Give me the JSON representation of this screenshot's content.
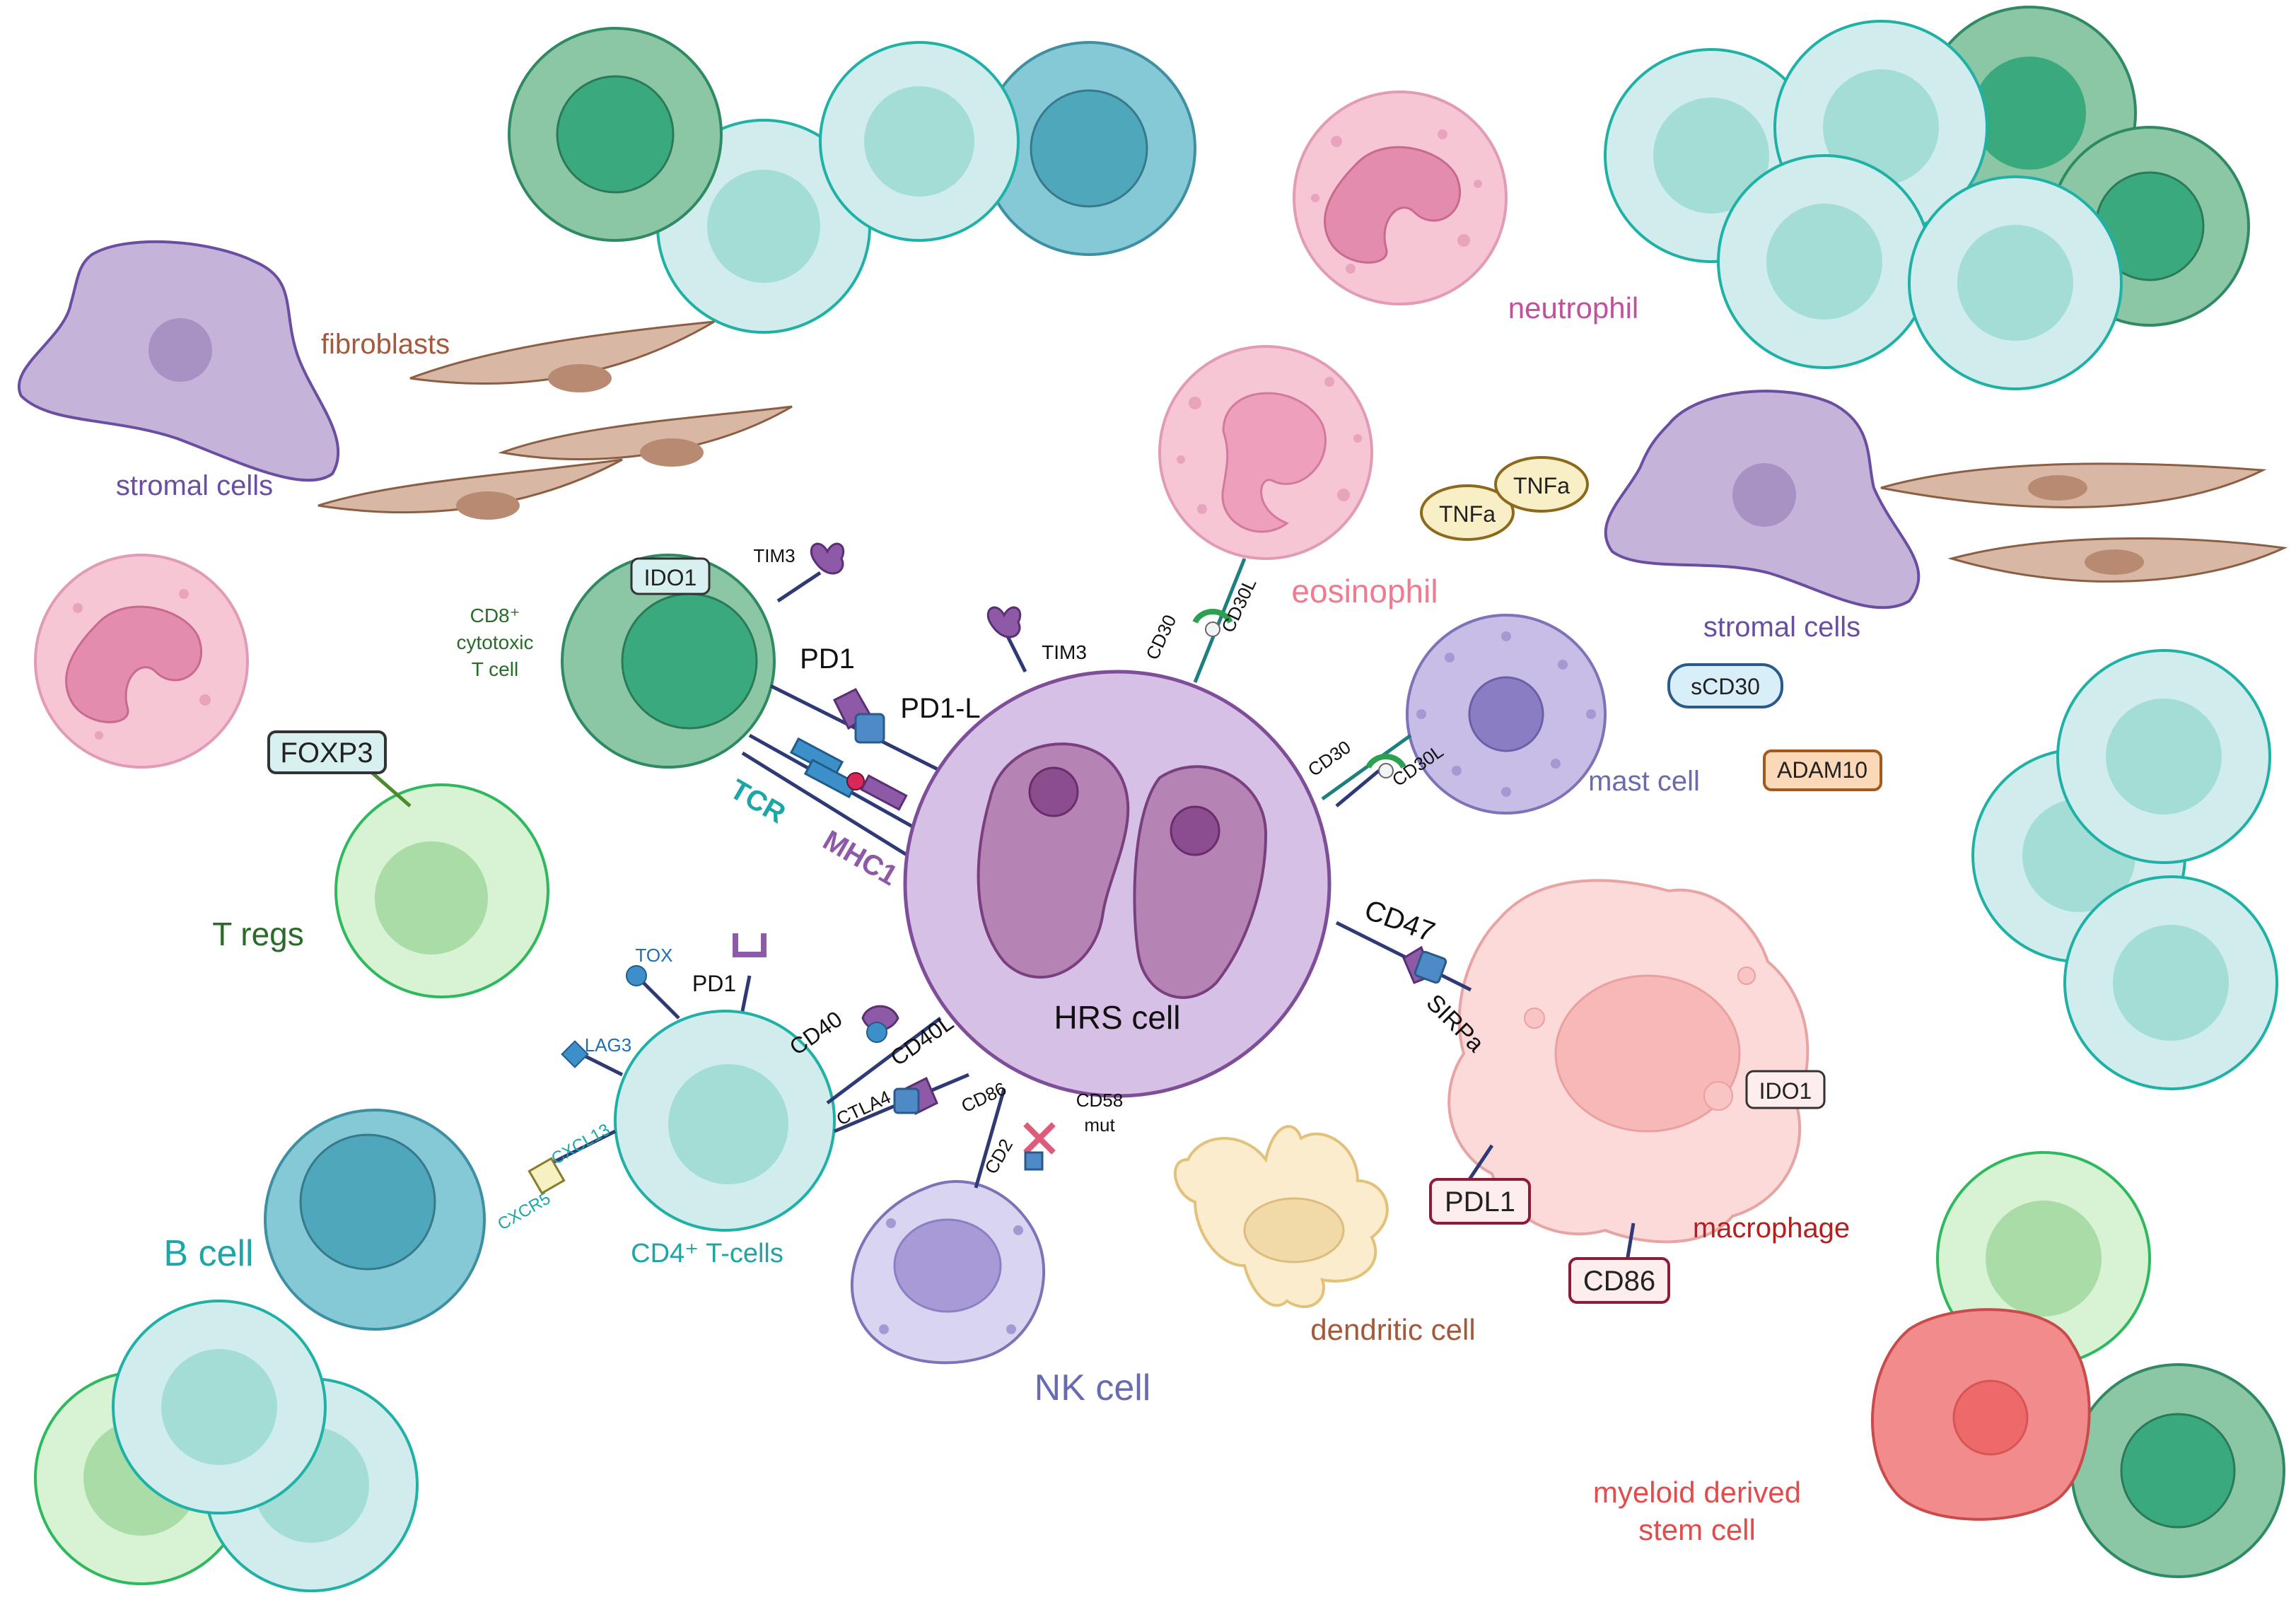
{
  "labels": {
    "hrs_cell": "HRS cell",
    "fibroblasts": "fibroblasts",
    "stromal_cells_left": "stromal cells",
    "stromal_cells_right": "stromal cells",
    "neutrophil": "neutrophil",
    "eosinophil": "eosinophil",
    "mast_cell": "mast cell",
    "cd8_line1": "CD8⁺",
    "cd8_line2": "cytotoxic",
    "cd8_line3": "T cell",
    "t_regs": "T regs",
    "b_cell": "B cell",
    "cd4_t_cells": "CD4⁺ T-cells",
    "nk_cell": "NK cell",
    "dendritic_cell": "dendritic cell",
    "macrophage": "macrophage",
    "myeloid_line1": "myeloid derived",
    "myeloid_line2": "stem cell"
  },
  "markers": {
    "ido1_cd8": "IDO1",
    "tim3_cd8": "TIM3",
    "pd1_cd8": "PD1",
    "pd1l": "PD1-L",
    "tcr": "TCR",
    "mhc1": "MHC1",
    "tim3_hrs": "TIM3",
    "foxp3": "FOXP3",
    "cd30_eos": "CD30",
    "cd30l_eos": "CD30L",
    "tnfa_1": "TNFa",
    "tnfa_2": "TNFa",
    "cd30_mast": "CD30",
    "cd30l_mast": "CD30L",
    "scd30": "sCD30",
    "adam10": "ADAM10",
    "cd47": "CD47",
    "sirpa": "SIRPa",
    "ido1_mac": "IDO1",
    "pdl1": "PDL1",
    "cd86_mac": "CD86",
    "tox": "TOX",
    "pd1_cd4": "PD1",
    "lag3": "LAG3",
    "cd40": "CD40",
    "cd40l": "CD40L",
    "ctla4": "CTLA4",
    "cd86_hrs": "CD86",
    "cd58_line1": "CD58",
    "cd58_line2": "mut",
    "cd2": "CD2",
    "cxcl13": "CXCL13",
    "cxcr5": "CXCR5"
  },
  "colors": {
    "hrs_body": "#d7c0e6",
    "hrs_nucleus": "#b684b4",
    "light_teal": "#d0ecec",
    "teal_stroke": "#1fb1a6",
    "green_cell": "#8cc7a5",
    "dark_green": "#3aaa7e",
    "blue_cell": "#86c9d6",
    "dark_blue": "#4fa7bc",
    "light_green": "#d7f3d3",
    "pink_cell": "#f7c6d5",
    "stromal": "#c5b3da",
    "fibroblast": "#d8b8a5",
    "macrophage": "#fcdada",
    "mdsc_red": "#f28b8b",
    "label_purple": "#6a4ea1",
    "label_pink": "#c0529c",
    "label_teal": "#1ea5a5",
    "label_green": "#2a6b2a",
    "label_brown": "#a5593a",
    "label_red": "#b32020"
  }
}
